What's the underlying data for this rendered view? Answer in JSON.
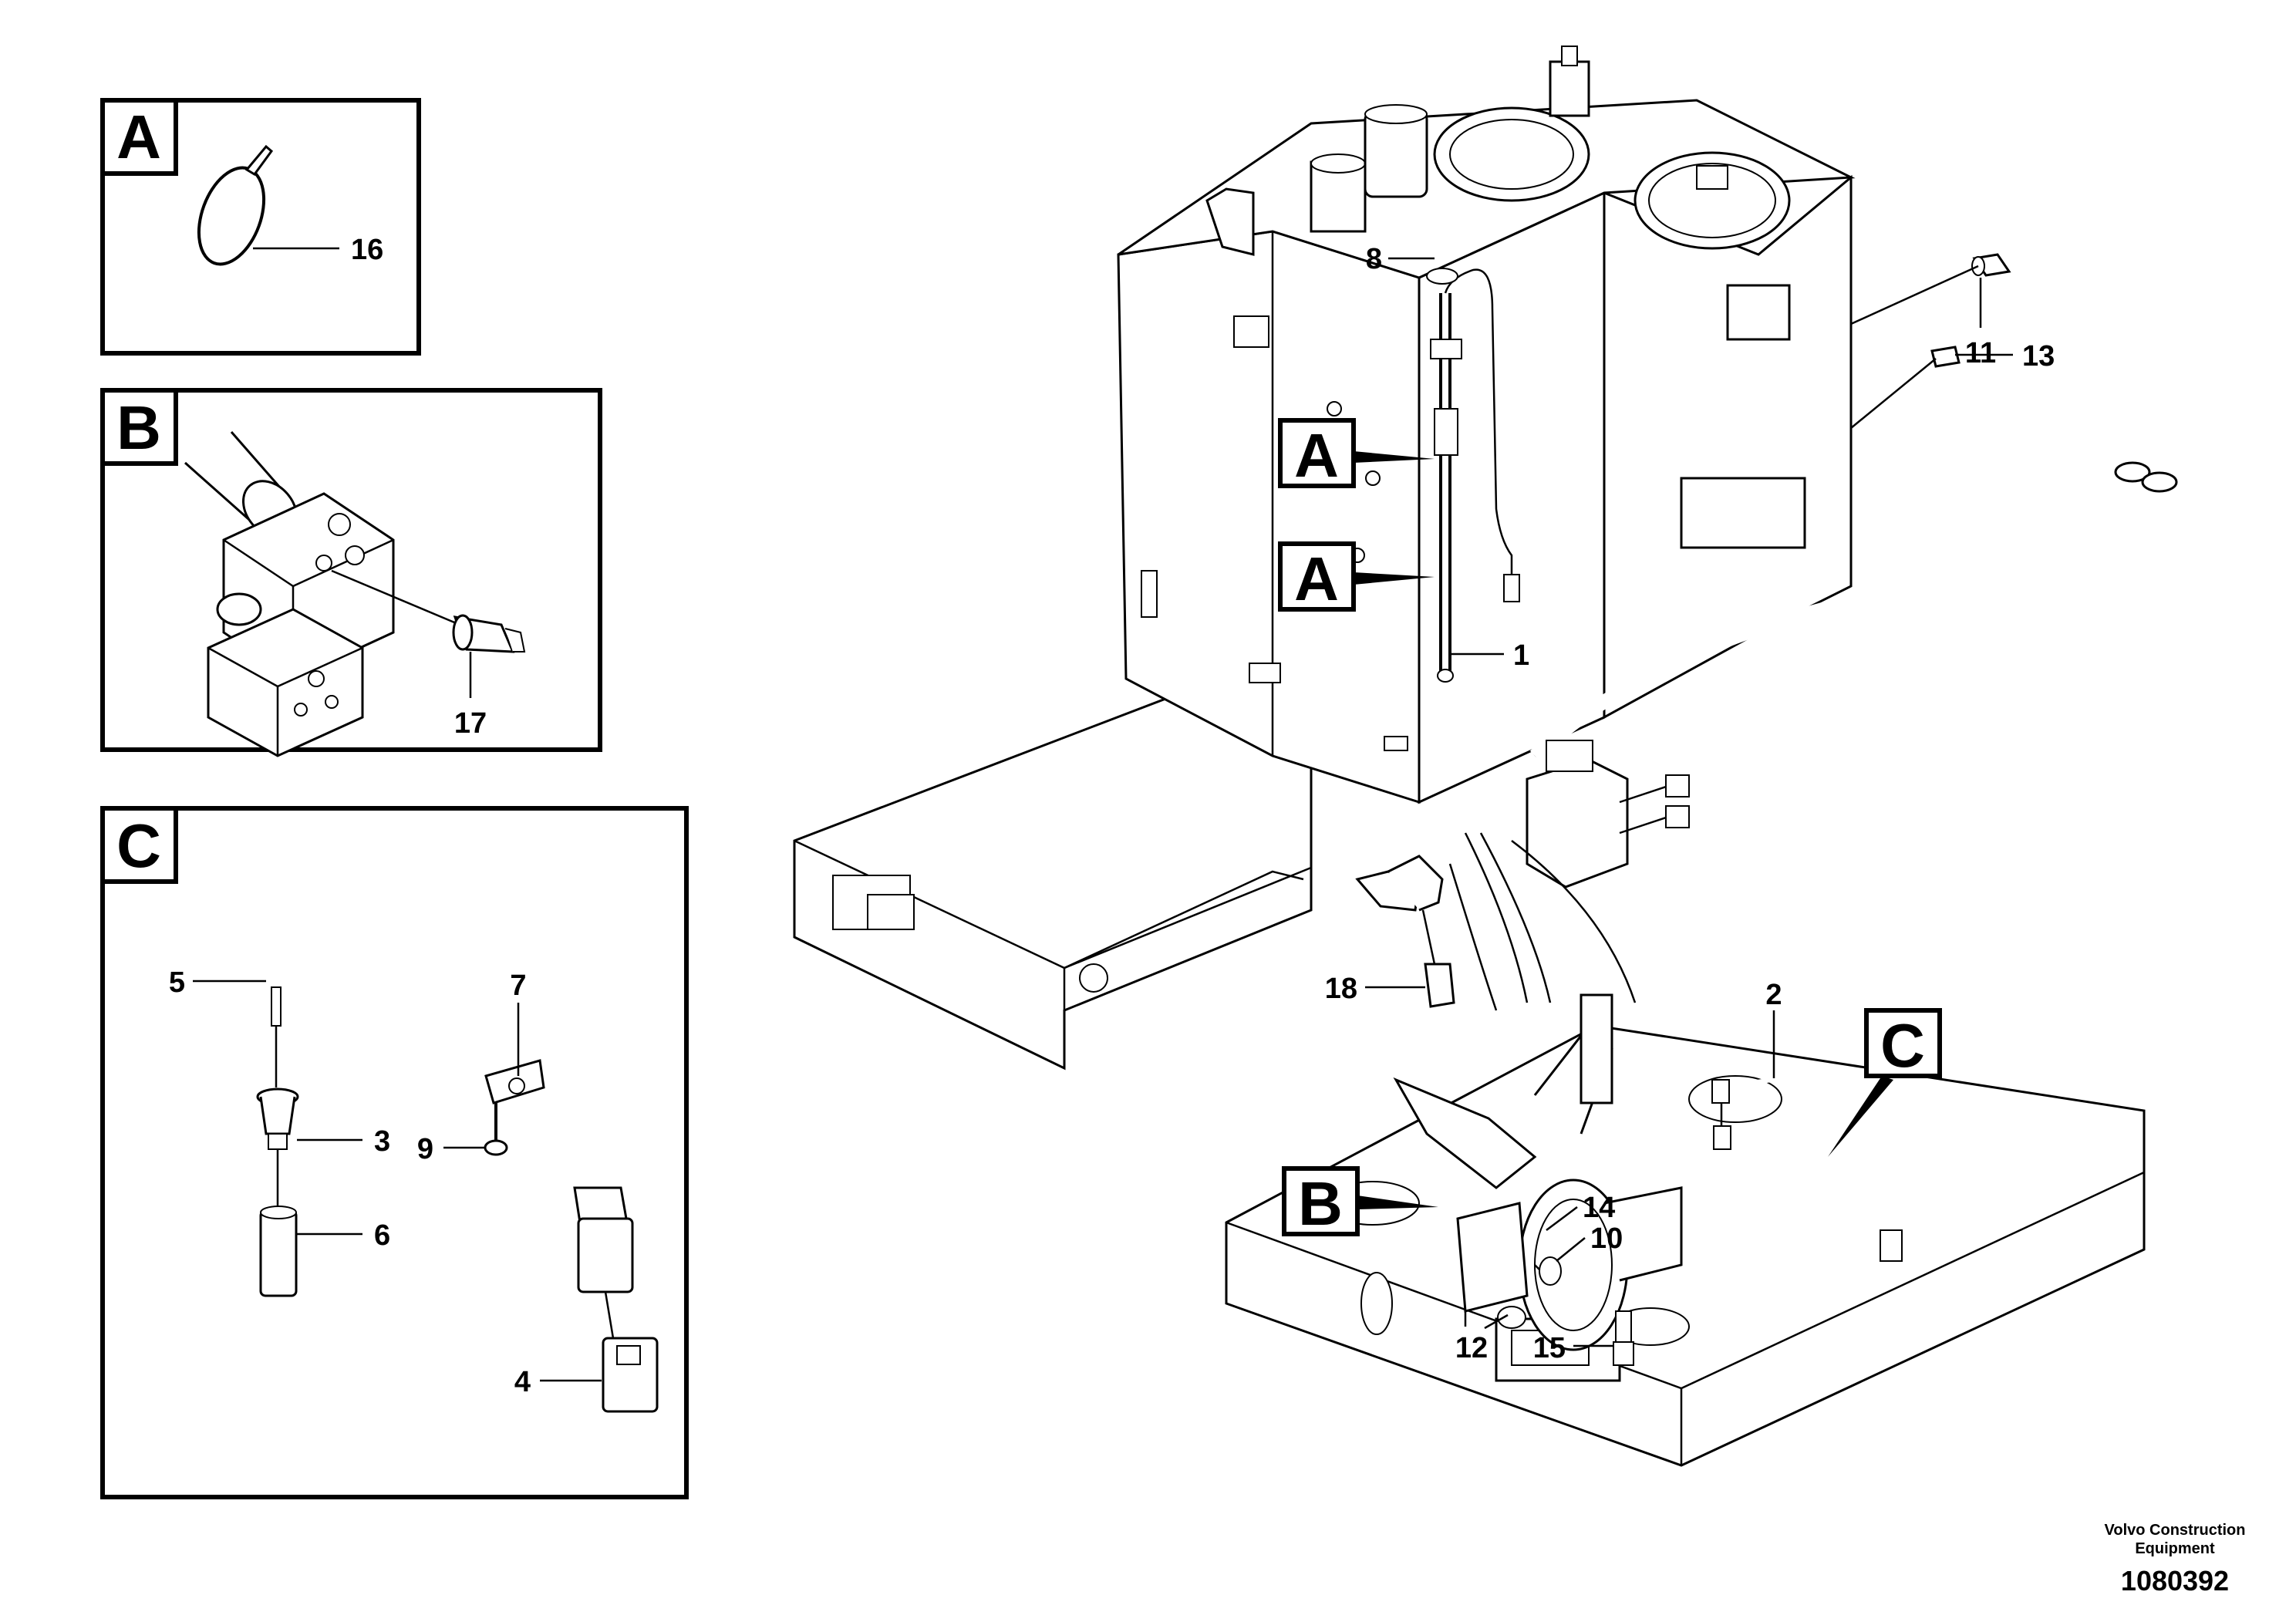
{
  "detail_labels": {
    "a": "A",
    "b": "B",
    "c": "C"
  },
  "callouts": {
    "c1": "1",
    "c2": "2",
    "c3": "3",
    "c4": "4",
    "c5": "5",
    "c6": "6",
    "c7": "7",
    "c8": "8",
    "c9": "9",
    "c10": "10",
    "c11": "11",
    "c12": "12",
    "c13": "13",
    "c14": "14",
    "c15": "15",
    "c16": "16",
    "c17": "17",
    "c18": "18"
  },
  "footer": {
    "company_line1": "Volvo Construction",
    "company_line2": "Equipment",
    "drawing_number": "1080392"
  }
}
